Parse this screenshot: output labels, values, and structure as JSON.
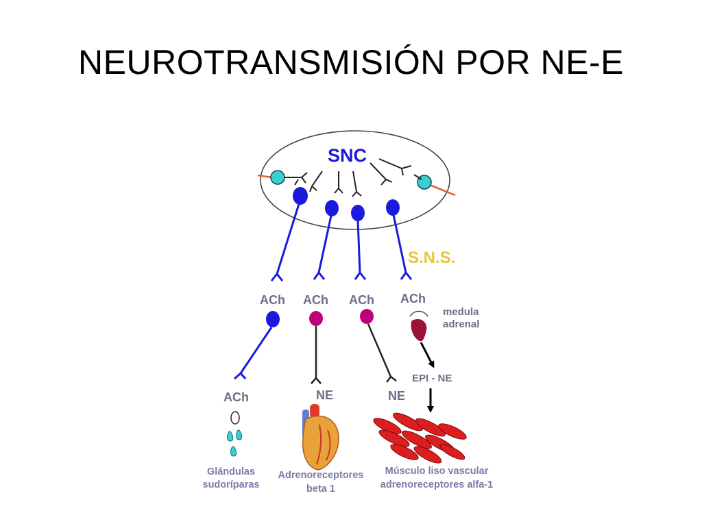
{
  "title": "NEUROTRANSMISIÓN POR NE-E",
  "colors": {
    "blue": "#1a1adc",
    "magenta": "#c0007a",
    "cyan": "#36d1cf",
    "orange": "#e25b2a",
    "gold": "#e8c43a",
    "adrenal": "#9b1236",
    "muscle": "#dc1e1e",
    "heart": "#e9a23a",
    "caption": "#7b7ba8"
  },
  "diagram": {
    "snc_label": "SNC",
    "sns_label": "S.N.S.",
    "ganglia_labels": [
      "ACh",
      "ACh",
      "ACh",
      "ACh"
    ],
    "adrenal_label_1": "medula",
    "adrenal_label_2": "adrenal",
    "epi_ne_label": "EPI - NE",
    "effector_labels": [
      "ACh",
      "NE",
      "NE"
    ],
    "targets": {
      "glands_line1": "Glándulas",
      "glands_line2": "sudoríparas",
      "heart_line1": "Adrenoreceptores",
      "heart_line2": "beta 1",
      "muscle_line1": "Músculo liso vascular",
      "muscle_line2": "adrenoreceptores alfa-1"
    }
  }
}
